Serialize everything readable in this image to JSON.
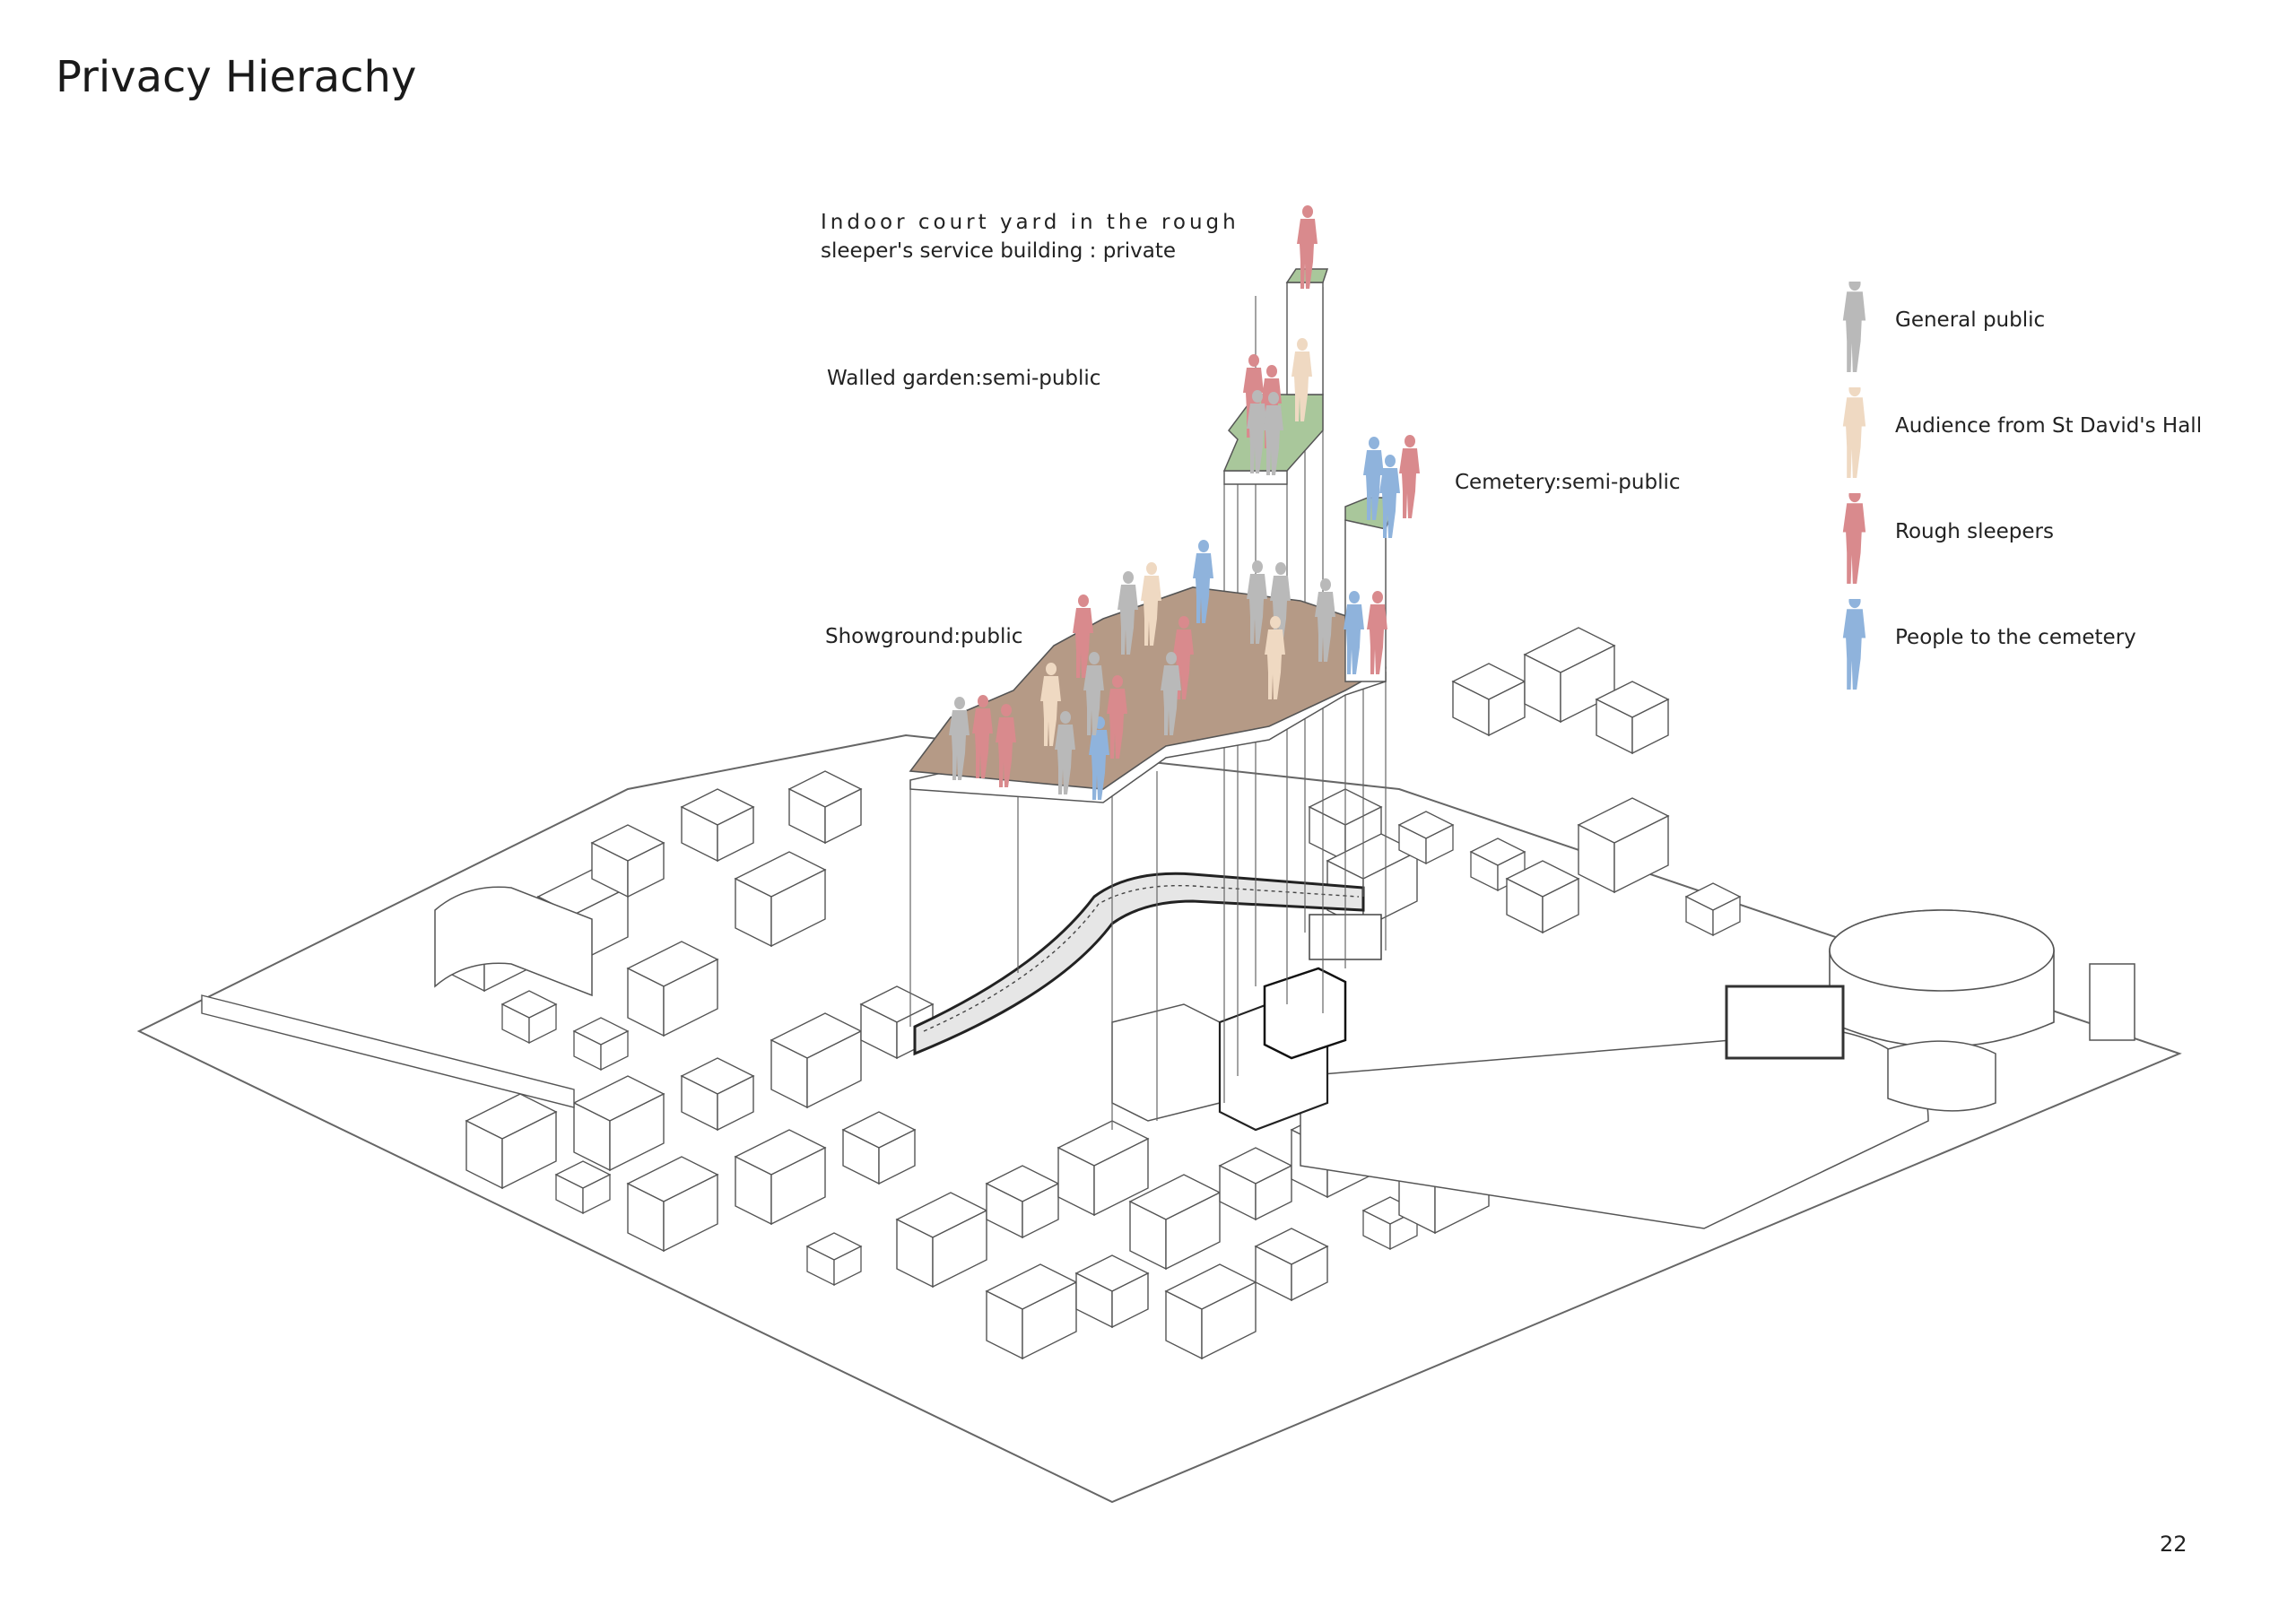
{
  "page": {
    "title": "Privacy Hierachy",
    "page_number": "22"
  },
  "labels": {
    "indoor_courtyard_line1": "Indoor court yard in the rough",
    "indoor_courtyard_line2": "sleeper's service building : private",
    "walled_garden": "Walled garden:semi-public",
    "cemetery": "Cemetery:semi-public",
    "showground": "Showground:public"
  },
  "legend": {
    "items": [
      {
        "label": "General public",
        "color": "#b9b9b9",
        "icon": "person-gray-icon"
      },
      {
        "label": "Audience from St David's Hall",
        "color": "#efd9c2",
        "icon": "person-beige-icon"
      },
      {
        "label": "Rough sleepers",
        "color": "#d98a8d",
        "icon": "person-red-icon"
      },
      {
        "label": "People to the cemetery",
        "color": "#8fb3dc",
        "icon": "person-blue-icon"
      }
    ]
  },
  "colors": {
    "showground_floor": "#b59a86",
    "garden_floor": "#a9c79b",
    "line": "#555555"
  }
}
